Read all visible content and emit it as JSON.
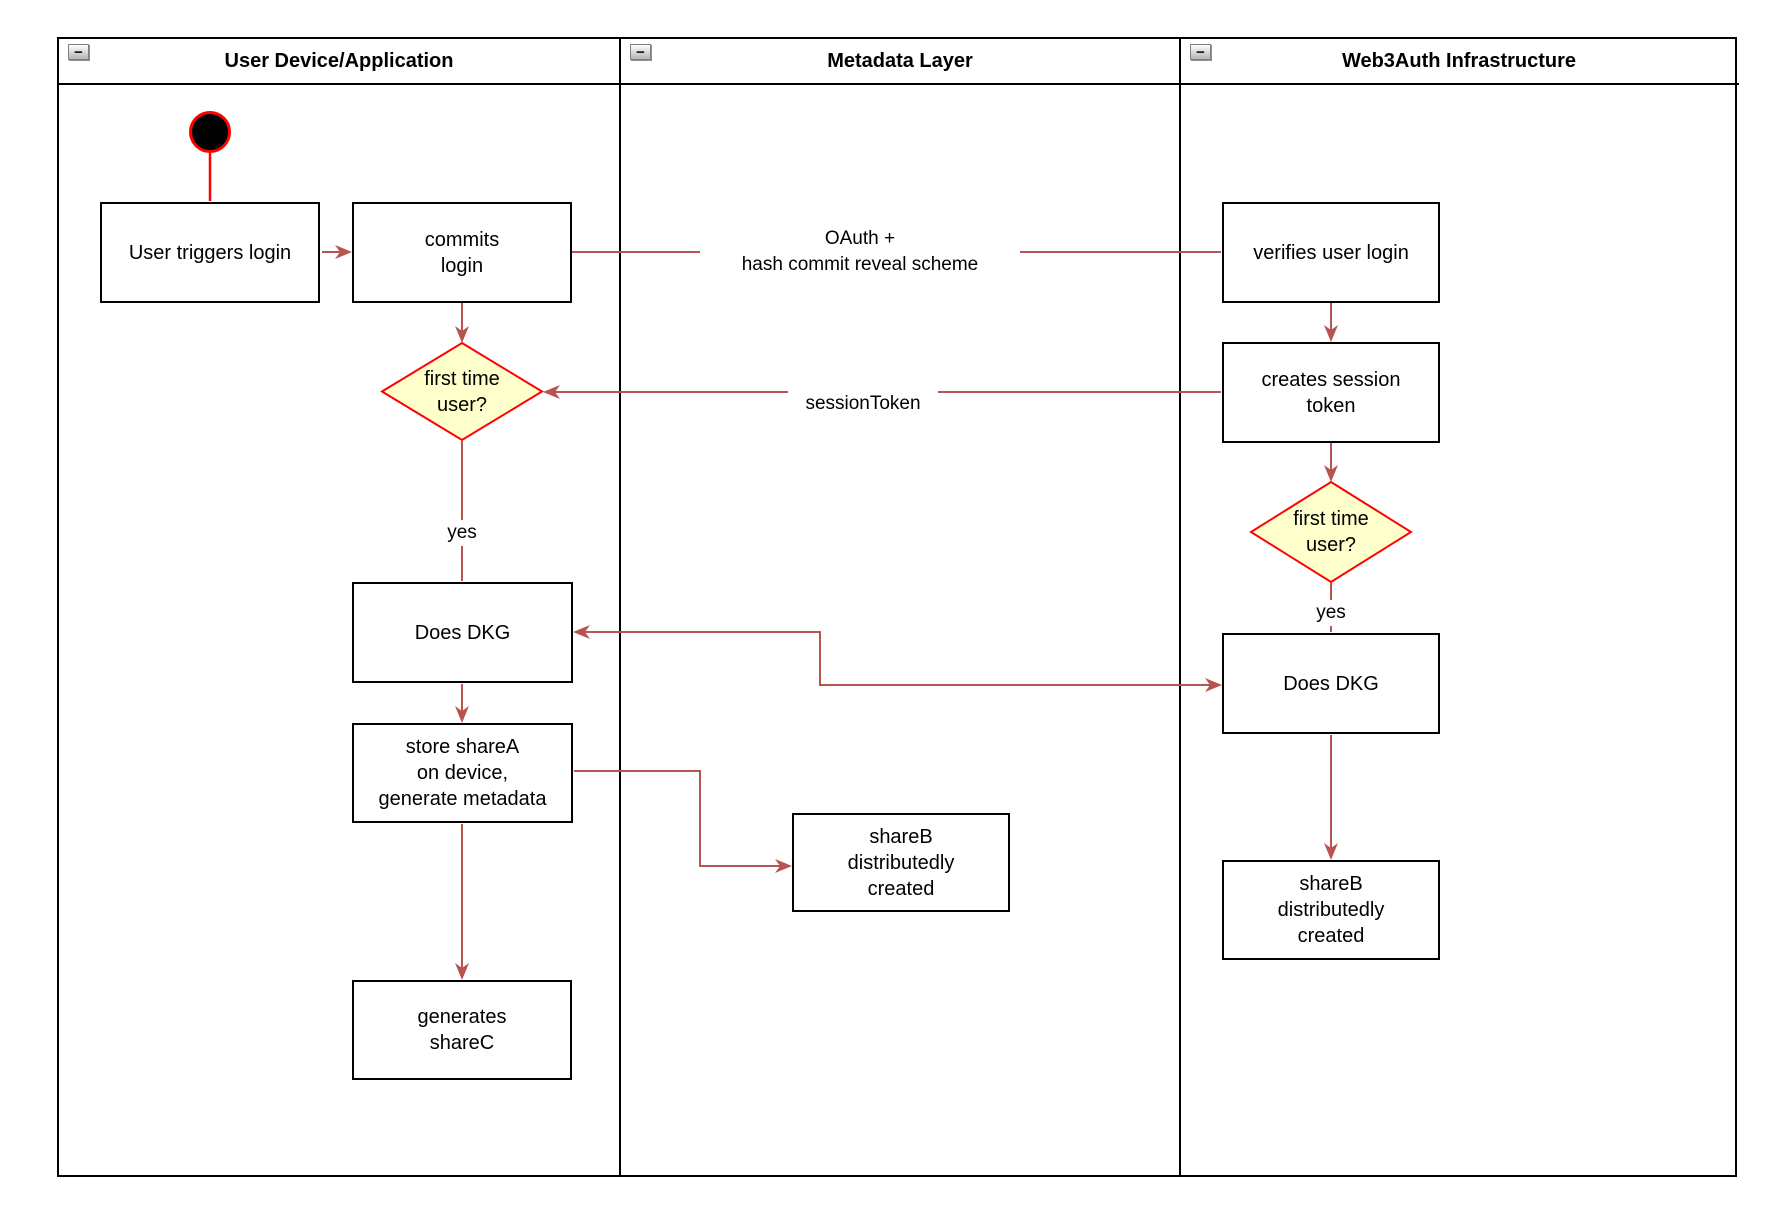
{
  "lanes": [
    {
      "title": "User Device/Application"
    },
    {
      "title": "Metadata Layer"
    },
    {
      "title": "Web3Auth Infrastructure"
    }
  ],
  "icons": {
    "collapse_glyph": "−"
  },
  "nodes": {
    "user_triggers_login": "User triggers login",
    "commits_login": "commits\nlogin",
    "first_time_user_device": "first time\nuser?",
    "does_dkg_device": "Does DKG",
    "store_sharea": "store shareA\non device,\ngenerate metadata",
    "generates_sharec": "generates\nshareC",
    "shareb_metadata": "shareB\ndistributedly\ncreated",
    "verifies_user_login": "verifies user login",
    "creates_session_token": "creates session\ntoken",
    "first_time_user_web3auth": "first time\nuser?",
    "does_dkg_web3auth": "Does DKG",
    "shareb_web3auth": "shareB\ndistributedly\ncreated"
  },
  "edge_labels": {
    "oauth": "OAuth +\nhash commit reveal scheme",
    "session_token": "sessionToken",
    "yes_device": "yes",
    "yes_web3auth": "yes"
  },
  "colors": {
    "connector": "#B85450",
    "start_node_stroke": "#FF0000",
    "start_node_fill": "#000000",
    "decision_fill": "#FFFFCC",
    "decision_stroke": "#FF0000",
    "shape_border": "#000000",
    "lane_border": "#000000"
  }
}
